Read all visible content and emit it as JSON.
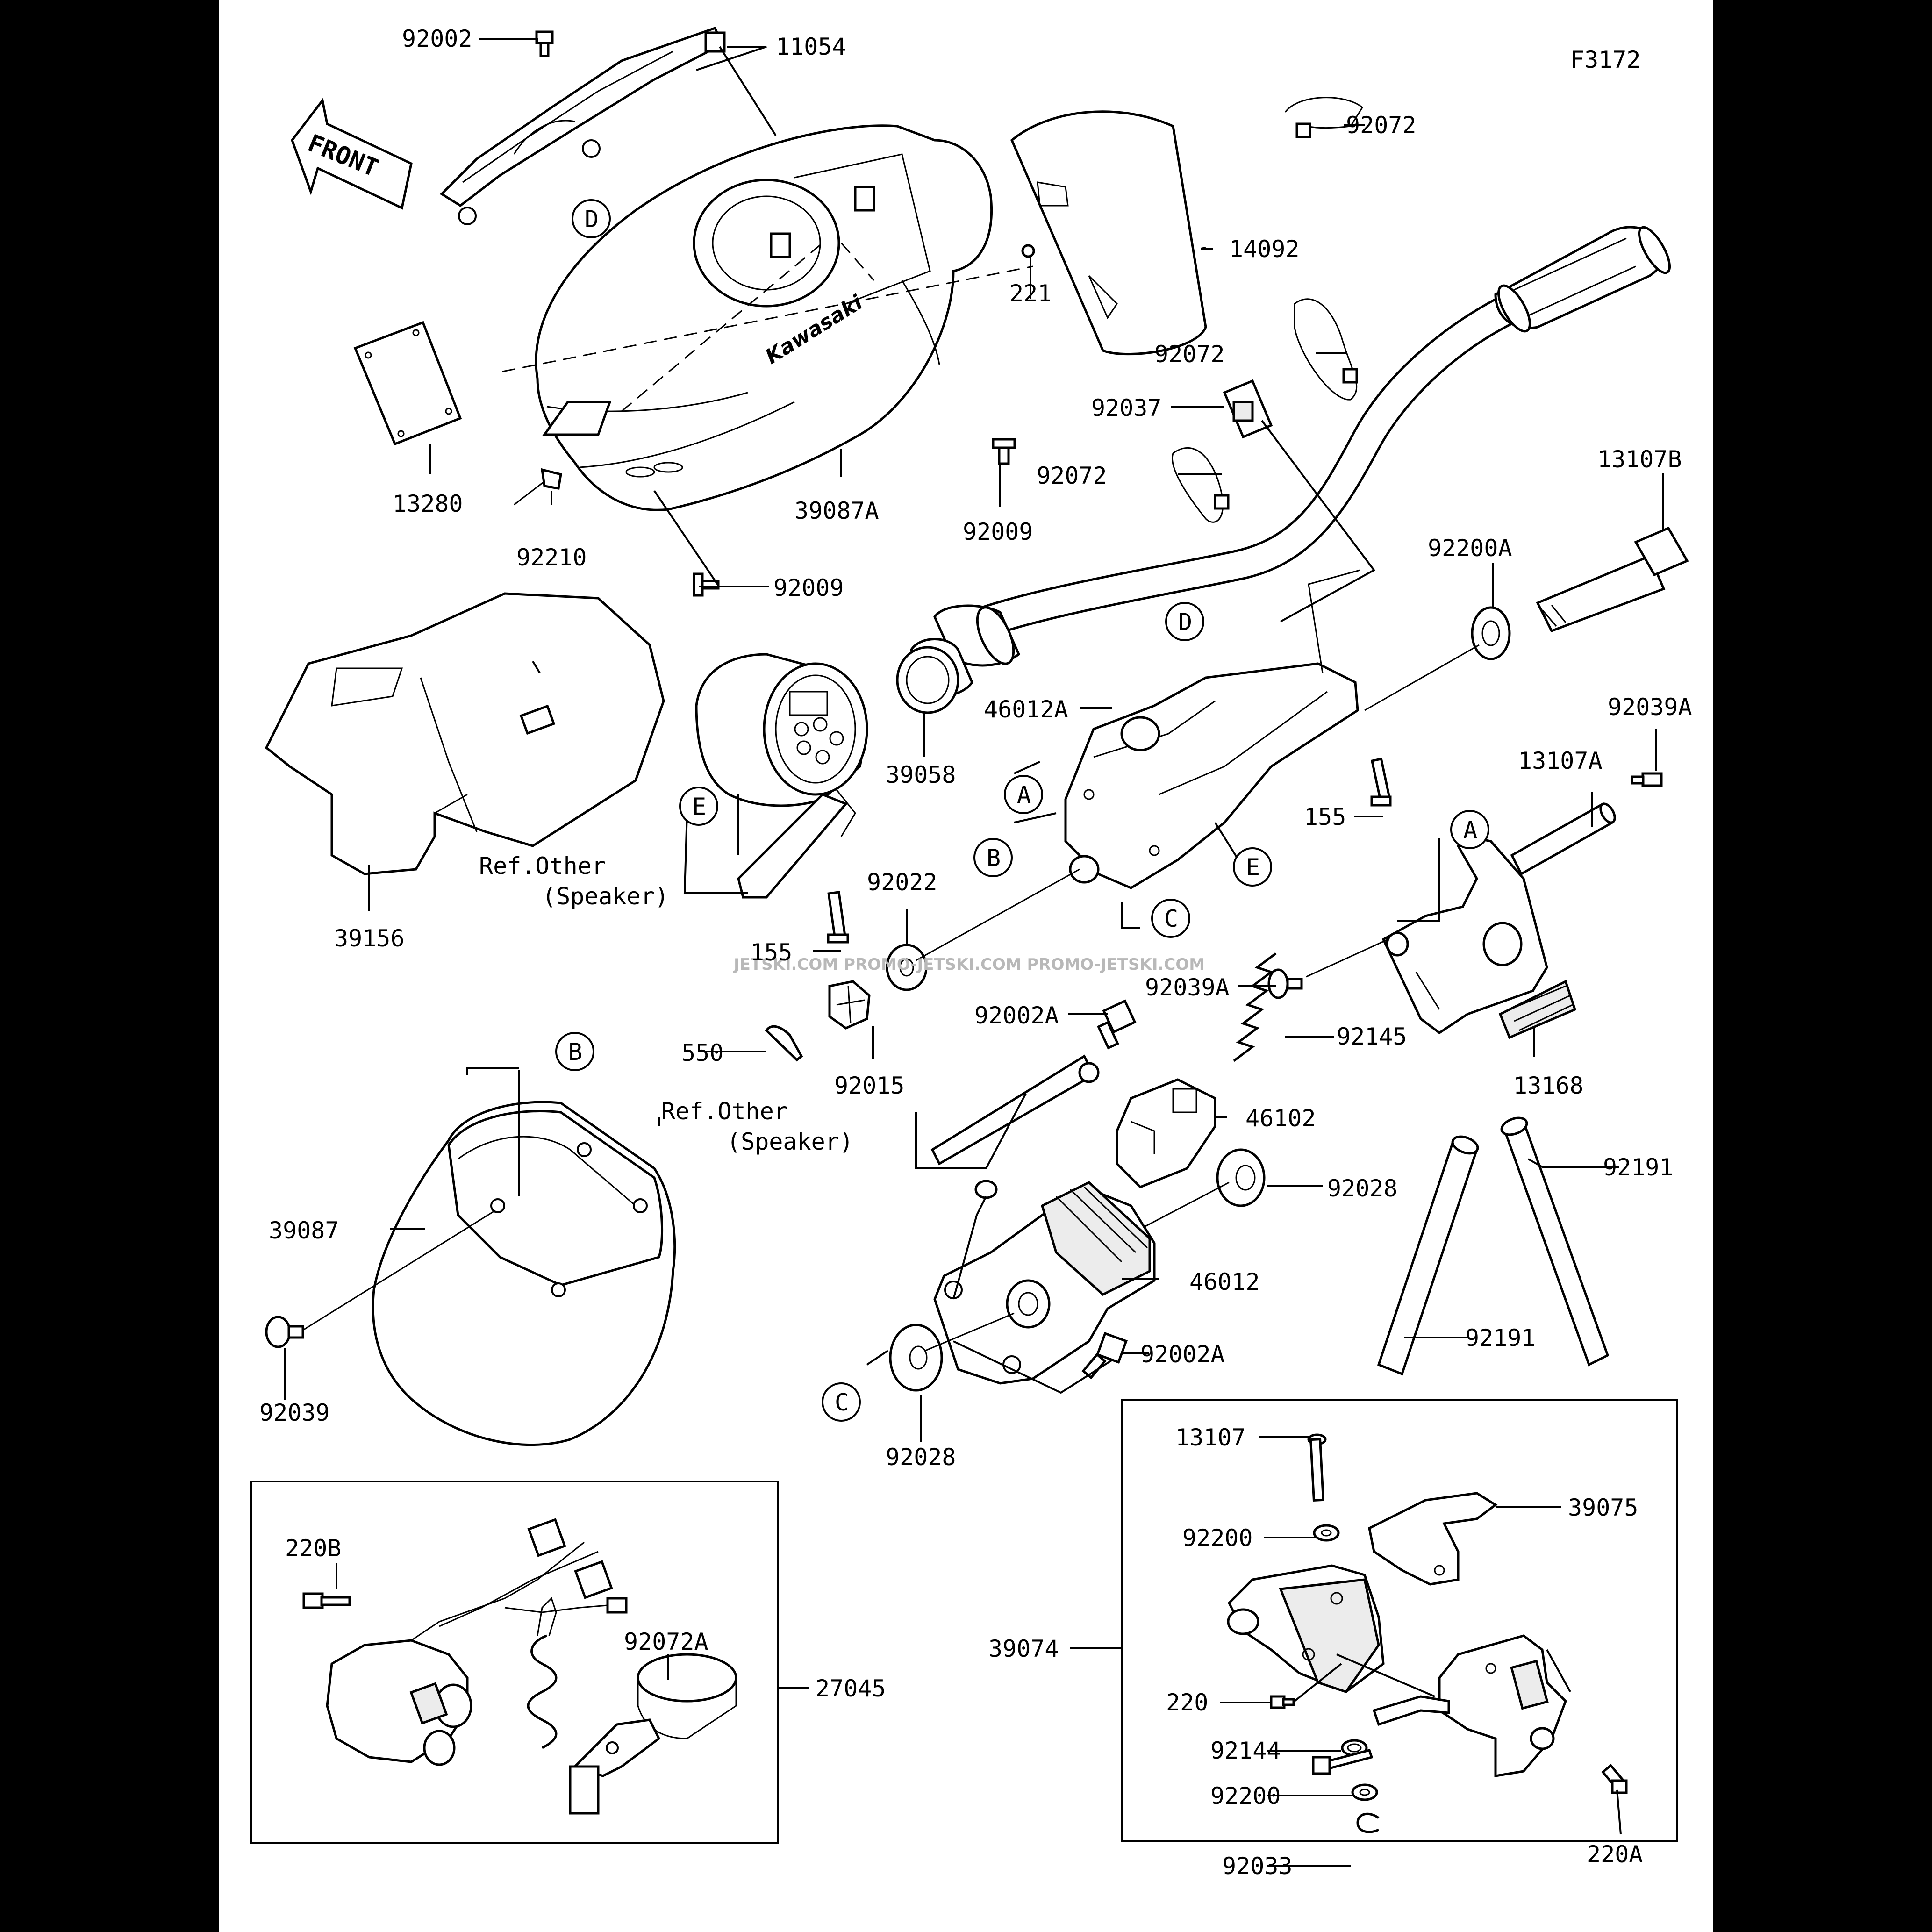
{
  "figure_id": "F3172",
  "front_label": "FRONT",
  "brand_mark": "Kawasaki",
  "watermark": "JETSKI.COM  PROMO-JETSKI.COM  PROMO-JETSKI.COM",
  "part_numbers": {
    "p92002": "92002",
    "p11054": "11054",
    "p92072_top": "92072",
    "p14092": "14092",
    "p221": "221",
    "p92072_mid": "92072",
    "p92037": "92037",
    "p92072_low": "92072",
    "p13107B": "13107B",
    "p13280": "13280",
    "p92210": "92210",
    "p39087A": "39087A",
    "p92009_right": "92009",
    "p92009_left": "92009",
    "p92200A": "92200A",
    "p46012A": "46012A",
    "p92039A_top": "92039A",
    "p39058": "39058",
    "p155_right": "155",
    "p13107A": "13107A",
    "p39156": "39156",
    "p92022": "92022",
    "p155_left": "155",
    "p92039A_mid": "92039A",
    "p92002A_top": "92002A",
    "p92145": "92145",
    "p550": "550",
    "p92015": "92015",
    "p13168": "13168",
    "p46102": "46102",
    "p92191_top": "92191",
    "p92028_right": "92028",
    "p39087": "39087",
    "p46012": "46012",
    "p92191_low": "92191",
    "p92002A_low": "92002A",
    "p92039": "92039",
    "p92028_low": "92028",
    "p13107": "13107",
    "p39075": "39075",
    "p220B": "220B",
    "p92200_top": "92200",
    "p92072A": "92072A",
    "p27045": "27045",
    "p39074": "39074",
    "p220": "220",
    "p92144": "92144",
    "p92200_low": "92200",
    "p220A": "220A",
    "p92033": "92033"
  },
  "ref_notes": {
    "ref_speaker_1_line1": "Ref.Other",
    "ref_speaker_1_line2": "(Speaker)",
    "ref_speaker_2_line1": "Ref.Other",
    "ref_speaker_2_line2": "(Speaker)"
  },
  "callout_letters": {
    "d_top": "D",
    "d_mid": "D",
    "a_left": "A",
    "b_left": "B",
    "e_right": "E",
    "e_left": "E",
    "c_mid": "C",
    "a_right": "A",
    "b_low": "B",
    "c_low": "C"
  }
}
